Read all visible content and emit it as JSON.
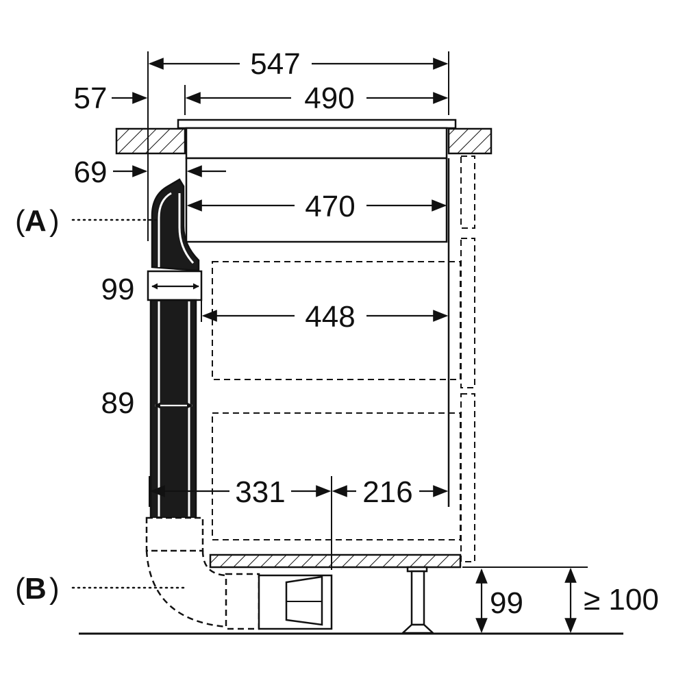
{
  "dimensions": {
    "overall_width": "547",
    "hob_width": "490",
    "offset_top": "57",
    "offset_mid": "69",
    "unit_width": "470",
    "duct_diameter": "99",
    "drawer_width": "448",
    "duct_inner": "89",
    "base_left": "331",
    "base_right": "216",
    "plinth_height": "99",
    "min_clearance": "≥ 100"
  },
  "labels": {
    "a_open": "(",
    "a_letter": "A",
    "a_close": ")",
    "b_open": "(",
    "b_letter": "B",
    "b_close": ")"
  },
  "colors": {
    "line": "#111111",
    "duct_fill": "#1b1b1b",
    "background": "#ffffff"
  }
}
